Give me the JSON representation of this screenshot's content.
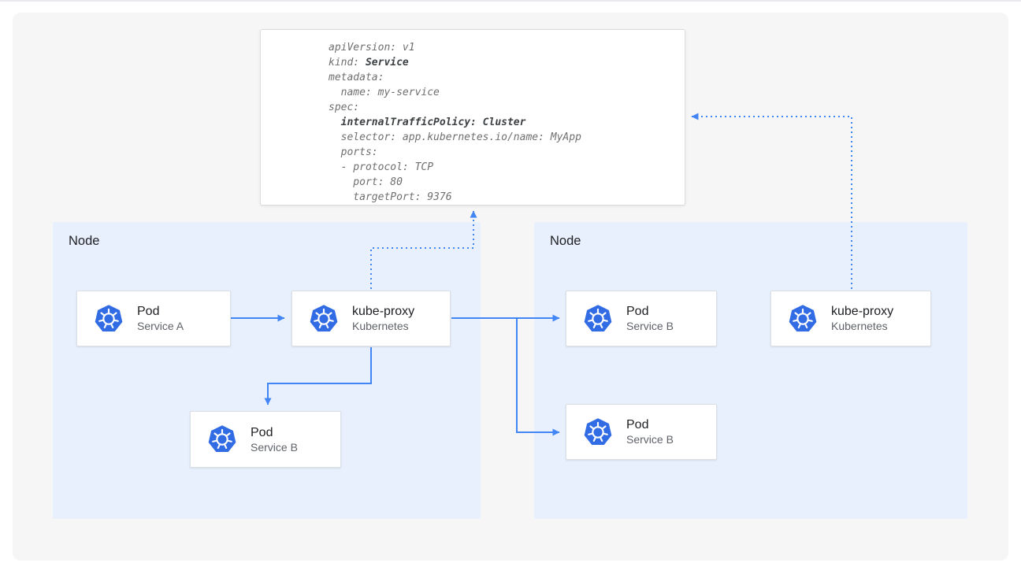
{
  "colors": {
    "arrow_blue": "#4285f4",
    "node_fill": "#e8f0fe",
    "kubernetes_blue": "#326ce5",
    "panel_bg": "#f6f6f6",
    "card_border": "#dadce0",
    "title_text": "#202124",
    "subtitle_text": "#5f6368",
    "yaml_text": "#6f6f6f"
  },
  "yaml": {
    "lines": [
      [
        {
          "t": "apiVersion: v1",
          "b": false
        }
      ],
      [
        {
          "t": "kind: ",
          "b": false
        },
        {
          "t": "Service",
          "b": true
        }
      ],
      [
        {
          "t": "metadata:",
          "b": false
        }
      ],
      [
        {
          "t": "  name: my-service",
          "b": false
        }
      ],
      [
        {
          "t": "spec:",
          "b": false
        }
      ],
      [
        {
          "t": "  ",
          "b": false
        },
        {
          "t": "internalTrafficPolicy: Cluster",
          "b": true
        }
      ],
      [
        {
          "t": "  selector: app.kubernetes.io/name: MyApp",
          "b": false
        }
      ],
      [
        {
          "t": "  ports:",
          "b": false
        }
      ],
      [
        {
          "t": "  - protocol: TCP",
          "b": false
        }
      ],
      [
        {
          "t": "    port: 80",
          "b": false
        }
      ],
      [
        {
          "t": "    targetPort: 9376",
          "b": false
        }
      ]
    ]
  },
  "nodes": [
    {
      "label": "Node"
    },
    {
      "label": "Node"
    }
  ],
  "cards": [
    {
      "title": "Pod",
      "subtitle": "Service A",
      "icon": "kubernetes-icon"
    },
    {
      "title": "kube-proxy",
      "subtitle": "Kubernetes",
      "icon": "kubernetes-icon"
    },
    {
      "title": "Pod",
      "subtitle": "Service B",
      "icon": "kubernetes-icon"
    },
    {
      "title": "Pod",
      "subtitle": "Service B",
      "icon": "kubernetes-icon"
    },
    {
      "title": "Pod",
      "subtitle": "Service B",
      "icon": "kubernetes-icon"
    },
    {
      "title": "kube-proxy",
      "subtitle": "Kubernetes",
      "icon": "kubernetes-icon"
    }
  ]
}
